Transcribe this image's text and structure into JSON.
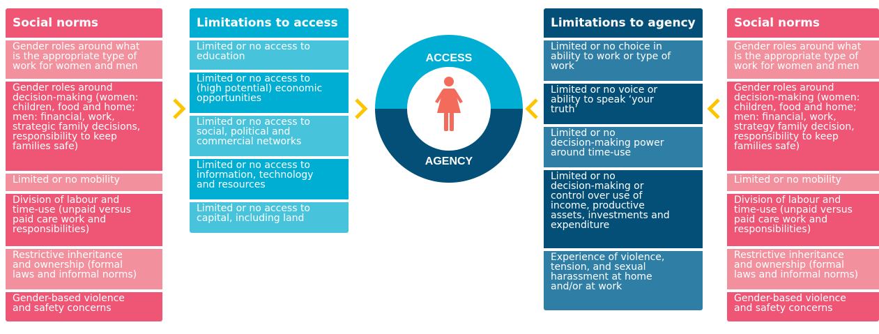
{
  "colors": {
    "social_dark": "#ef5574",
    "social_light": "#f2909e",
    "access_dark": "#00aed4",
    "access_light": "#48c3dc",
    "agency_dark": "#034f78",
    "agency_light": "#2e7ea6",
    "chevron": "#fdc400",
    "figure": "#f26b5b"
  },
  "left_social_norms": {
    "title": "Social norms",
    "items": [
      "Gender roles around what\nis the appropriate type of\nwork for women and men",
      "Gender roles around\ndecision-making (women:\nchildren, food and home;\nmen: financial, work,\nstrategic family decisions,\nresponsibility to keep\nfamilies safe)",
      "Limited or no mobility",
      "Division of labour and\ntime-use (unpaid versus\npaid care work and\nresponsibilities)",
      "Restrictive inheritance\nand ownership (formal\nlaws and informal norms)",
      "Gender-based violence\nand safety concerns"
    ]
  },
  "limitations_access": {
    "title": "Limitations to access",
    "items": [
      "Limited or no access to\neducation",
      "Limited or no access to\n(high potential) economic\nopportunities",
      "Limited or no access to\nsocial, political and\ncommercial networks",
      "Limited or no access to\ninformation, technology\nand resources",
      "Limited or no access to\ncapital, including land"
    ]
  },
  "center": {
    "access_label": "ACCESS",
    "agency_label": "AGENCY",
    "icon": "woman-icon"
  },
  "limitations_agency": {
    "title": "Limitations to agency",
    "items": [
      "Limited or no choice in\nability to work or type of\nwork",
      "Limited or no voice or\nability to speak ‘your\ntruth’",
      "Limited or no\ndecision-making power\naround time-use",
      "Limited or no\ndecision-making or\ncontrol over use of\nincome, productive\nassets, investments and\nexpenditure",
      "Experience of violence,\ntension, and sexual\nharassment at home\nand/or at work"
    ]
  },
  "right_social_norms": {
    "title": "Social norms",
    "items": [
      "Gender roles around what\nis the appropriate type of\nwork for women and men",
      "Gender roles around\ndecision-making (women:\nchildren, food and home;\nmen: financial, work,\nstrategy family decision,\nresponsibility to keep\nfamilies safe)",
      "Limited or no mobility",
      "Division of labour and\ntime-use (unpaid versus\npaid care work and\nresponsibilities)",
      "Restrictive inheritance\nand ownership (formal\nlaws and informal norms)",
      "Gender-based violence\nand safety concerns"
    ]
  }
}
